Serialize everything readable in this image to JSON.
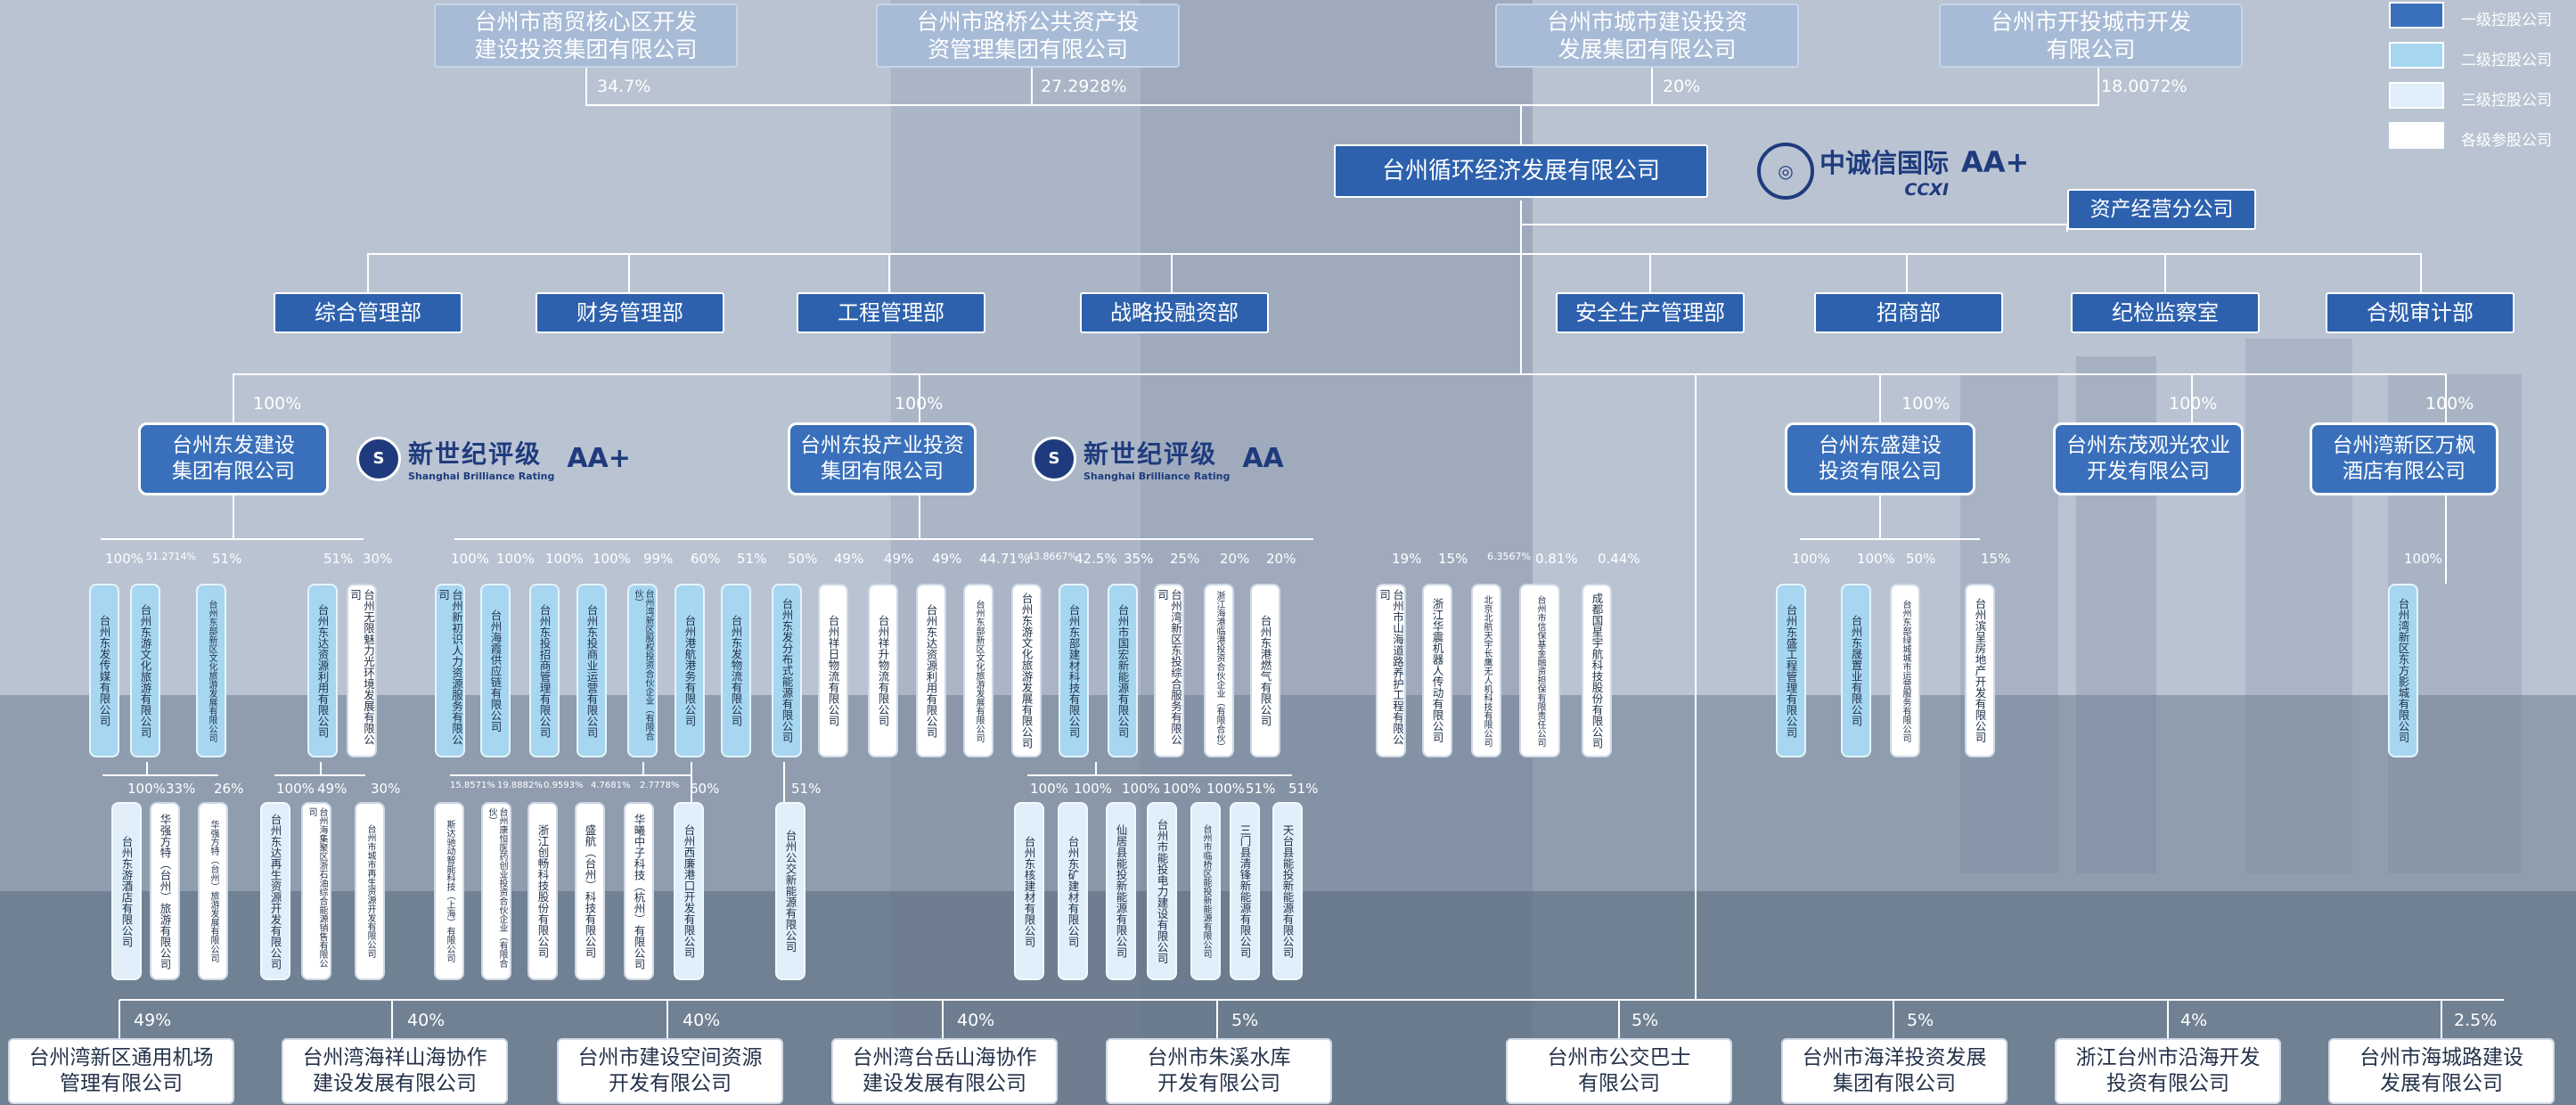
{
  "colors": {
    "level1": "#3a70bb",
    "level2": "#a6d6f0",
    "level3": "#e0eff9",
    "participate": "#ffffff",
    "hq": "#2d61ad"
  },
  "shareholders": [
    {
      "name": "台州市商贸核心区开发\n建设投资集团有限公司",
      "pct": "34.7%"
    },
    {
      "name": "台州市路桥公共资产投\n资管理集团有限公司",
      "pct": "27.2928%"
    },
    {
      "name": "台州市城市建设投资\n发展集团有限公司",
      "pct": "20%"
    },
    {
      "name": "台州市开投城市开发\n有限公司",
      "pct": "18.0072%"
    }
  ],
  "legend": [
    {
      "label": "一级控股公司",
      "icon": "level1-swatch"
    },
    {
      "label": "二级控股公司",
      "icon": "level2-swatch"
    },
    {
      "label": "三级控股公司",
      "icon": "level3-swatch"
    },
    {
      "label": "各级参股公司",
      "icon": "participate-swatch"
    }
  ],
  "company": {
    "name": "台州循环经济发展有限公司"
  },
  "ccxi": {
    "cn": "中诚信国际",
    "en": "CCXI",
    "grade": "AA+"
  },
  "branch": {
    "name": "资产经营分公司"
  },
  "departments": [
    "综合管理部",
    "财务管理部",
    "工程管理部",
    "战略投融资部",
    "安全生产管理部",
    "招商部",
    "纪检监察室",
    "合规审计部"
  ],
  "level1": [
    {
      "name": "台州东发建设\n集团有限公司",
      "pct": "100%"
    },
    {
      "name": "台州东投产业投资\n集团有限公司",
      "pct": "100%"
    },
    {
      "name": "台州东盛建设\n投资有限公司",
      "pct": "100%"
    },
    {
      "name": "台州东茂观光农业\n开发有限公司",
      "pct": "100%"
    },
    {
      "name": "台州湾新区万枫\n酒店有限公司",
      "pct": "100%"
    }
  ],
  "ratings": [
    {
      "cn": "新世纪评级",
      "en": "Shanghai Brilliance Rating",
      "grade": "AA+"
    },
    {
      "cn": "新世纪评级",
      "en": "Shanghai Brilliance Rating",
      "grade": "AA"
    }
  ],
  "level2": [
    {
      "name": "台州东发传媒有限公司",
      "pct": "100%",
      "cls": "l2"
    },
    {
      "name": "台州东游文化旅游有限公司",
      "pct": "51.2714%",
      "cls": "l2"
    },
    {
      "name": "台州东部新区文化旅游发展有限公司",
      "pct": "51%",
      "cls": "l2"
    },
    {
      "name": "台州东达资源利用有限公司",
      "pct": "51%",
      "cls": "l2"
    },
    {
      "name": "台州无限魅力光环境发展有限公司",
      "pct": "30%",
      "cls": "part"
    },
    {
      "name": "台州新初识人力资源服务有限公司",
      "pct": "100%",
      "cls": "l2"
    },
    {
      "name": "台州海霞供应链有限公司",
      "pct": "100%",
      "cls": "l2"
    },
    {
      "name": "台州东投招商管理有限公司",
      "pct": "100%",
      "cls": "l2"
    },
    {
      "name": "台州东投商业运营有限公司",
      "pct": "100%",
      "cls": "l2"
    },
    {
      "name": "台州湾新区股权投资合伙企业（有限合伙）",
      "pct": "99%",
      "cls": "l2"
    },
    {
      "name": "台州港航港务有限公司",
      "pct": "60%",
      "cls": "l2"
    },
    {
      "name": "台州东发物流有限公司",
      "pct": "51%",
      "cls": "l2"
    },
    {
      "name": "台州东发分布式能源有限公司",
      "pct": "50%",
      "cls": "l2"
    },
    {
      "name": "台州祥日物流有限公司",
      "pct": "49%",
      "cls": "part"
    },
    {
      "name": "台州祥升物流有限公司",
      "pct": "49%",
      "cls": "part"
    },
    {
      "name": "台州东达资源利用有限公司",
      "pct": "49%",
      "cls": "part"
    },
    {
      "name": "台州东部新区文化旅游发展有限公司",
      "pct": "44.71%",
      "cls": "part"
    },
    {
      "name": "台州东游文化旅游发展有限公司",
      "pct": "43.8667%",
      "cls": "part"
    },
    {
      "name": "台州东部建材科技有限公司",
      "pct": "42.5%",
      "cls": "l2"
    },
    {
      "name": "台州市国宏新能源有限公司",
      "pct": "35%",
      "cls": "l2"
    },
    {
      "name": "台州湾新区东投综合服务有限公司",
      "pct": "25%",
      "cls": "part"
    },
    {
      "name": "浙江海港临港投资合伙企业（有限合伙）",
      "pct": "20%",
      "cls": "part"
    },
    {
      "name": "台州东港燃气有限公司",
      "pct": "20%",
      "cls": "part"
    },
    {
      "name": "台州市山海道路养护工程有限公司",
      "pct": "19%",
      "cls": "part"
    },
    {
      "name": "浙江华震机器人传动有限公司",
      "pct": "15%",
      "cls": "part"
    },
    {
      "name": "北京北航天宇长鹰无人机科技有限公司",
      "pct": "6.3567%",
      "cls": "part"
    },
    {
      "name": "台州市信保基金融资担保有限责任公司",
      "pct": "0.81%",
      "cls": "part"
    },
    {
      "name": "成都国星宇航科技股份有限公司",
      "pct": "0.44%",
      "cls": "part"
    },
    {
      "name": "台州东盛工程管理有限公司",
      "pct": "100%",
      "cls": "l2"
    },
    {
      "name": "台州东晟置业有限公司",
      "pct": "100%",
      "cls": "l2"
    },
    {
      "name": "台州东部绿城城市运营服务有限公司",
      "pct": "50%",
      "cls": "part"
    },
    {
      "name": "台州滨呈房地产开发有限公司",
      "pct": "15%",
      "cls": "part"
    },
    {
      "name": "台州湾新区东方影城有限公司",
      "pct": "100%",
      "cls": "l2"
    }
  ],
  "level3": [
    {
      "name": "台州东游酒店有限公司",
      "pct": "100%",
      "cls": "l3"
    },
    {
      "name": "华强方特（台州）旅游有限公司",
      "pct": "33%",
      "cls": "part"
    },
    {
      "name": "华强方特（台州）旅游发展有限公司",
      "pct": "26%",
      "cls": "part"
    },
    {
      "name": "台州东达再生资源开发有限公司",
      "pct": "100%",
      "cls": "l3"
    },
    {
      "name": "台州海集聚区浙石油综合能源销售有限公司",
      "pct": "49%",
      "cls": "part"
    },
    {
      "name": "台州市城市再生资源开发有限公司",
      "pct": "30%",
      "cls": "part"
    },
    {
      "name": "斯达驰动智能科技（上海）有限公司",
      "pct": "15.8571%",
      "cls": "part"
    },
    {
      "name": "台州康恒医药创业投资合伙企业（有限合伙）",
      "pct": "19.8882%",
      "cls": "part"
    },
    {
      "name": "浙江创畅科技股份有限公司",
      "pct": "0.9593%",
      "cls": "part"
    },
    {
      "name": "盛航（台州）科技有限公司",
      "pct": "4.7681%",
      "cls": "part"
    },
    {
      "name": "华曦中子科技（杭州）有限公司",
      "pct": "2.7778%",
      "cls": "part"
    },
    {
      "name": "台州西廉港口开发有限公司",
      "pct": "60%",
      "cls": "l3"
    },
    {
      "name": "台州公交新能源有限公司",
      "pct": "51%",
      "cls": "l3"
    },
    {
      "name": "台州东核建材有限公司",
      "pct": "100%",
      "cls": "l3"
    },
    {
      "name": "台州东矿建材有限公司",
      "pct": "100%",
      "cls": "l3"
    },
    {
      "name": "仙居县能投新能源有限公司",
      "pct": "100%",
      "cls": "l3"
    },
    {
      "name": "台州市能投电力建设有限公司",
      "pct": "100%",
      "cls": "l3"
    },
    {
      "name": "台州市临桥区能投新能源有限公司",
      "pct": "100%",
      "cls": "l3"
    },
    {
      "name": "三门县清锋新能源有限公司",
      "pct": "51%",
      "cls": "l3"
    },
    {
      "name": "天台县能投新能源有限公司",
      "pct": "51%",
      "cls": "l3"
    }
  ],
  "bottom": [
    {
      "name": "台州湾新区通用机场\n管理有限公司",
      "pct": "49%"
    },
    {
      "name": "台州湾海祥山海协作\n建设发展有限公司",
      "pct": "40%"
    },
    {
      "name": "台州市建设空间资源\n开发有限公司",
      "pct": "40%"
    },
    {
      "name": "台州湾台岳山海协作\n建设发展有限公司",
      "pct": "40%"
    },
    {
      "name": "台州市朱溪水库\n开发有限公司",
      "pct": "5%"
    },
    {
      "name": "台州市公交巴士\n有限公司",
      "pct": "5%"
    },
    {
      "name": "台州市海洋投资发展\n集团有限公司",
      "pct": "5%"
    },
    {
      "name": "浙江台州市沿海开发\n投资有限公司",
      "pct": "4%"
    },
    {
      "name": "台州市海城路建设\n发展有限公司",
      "pct": "2.5%"
    }
  ]
}
